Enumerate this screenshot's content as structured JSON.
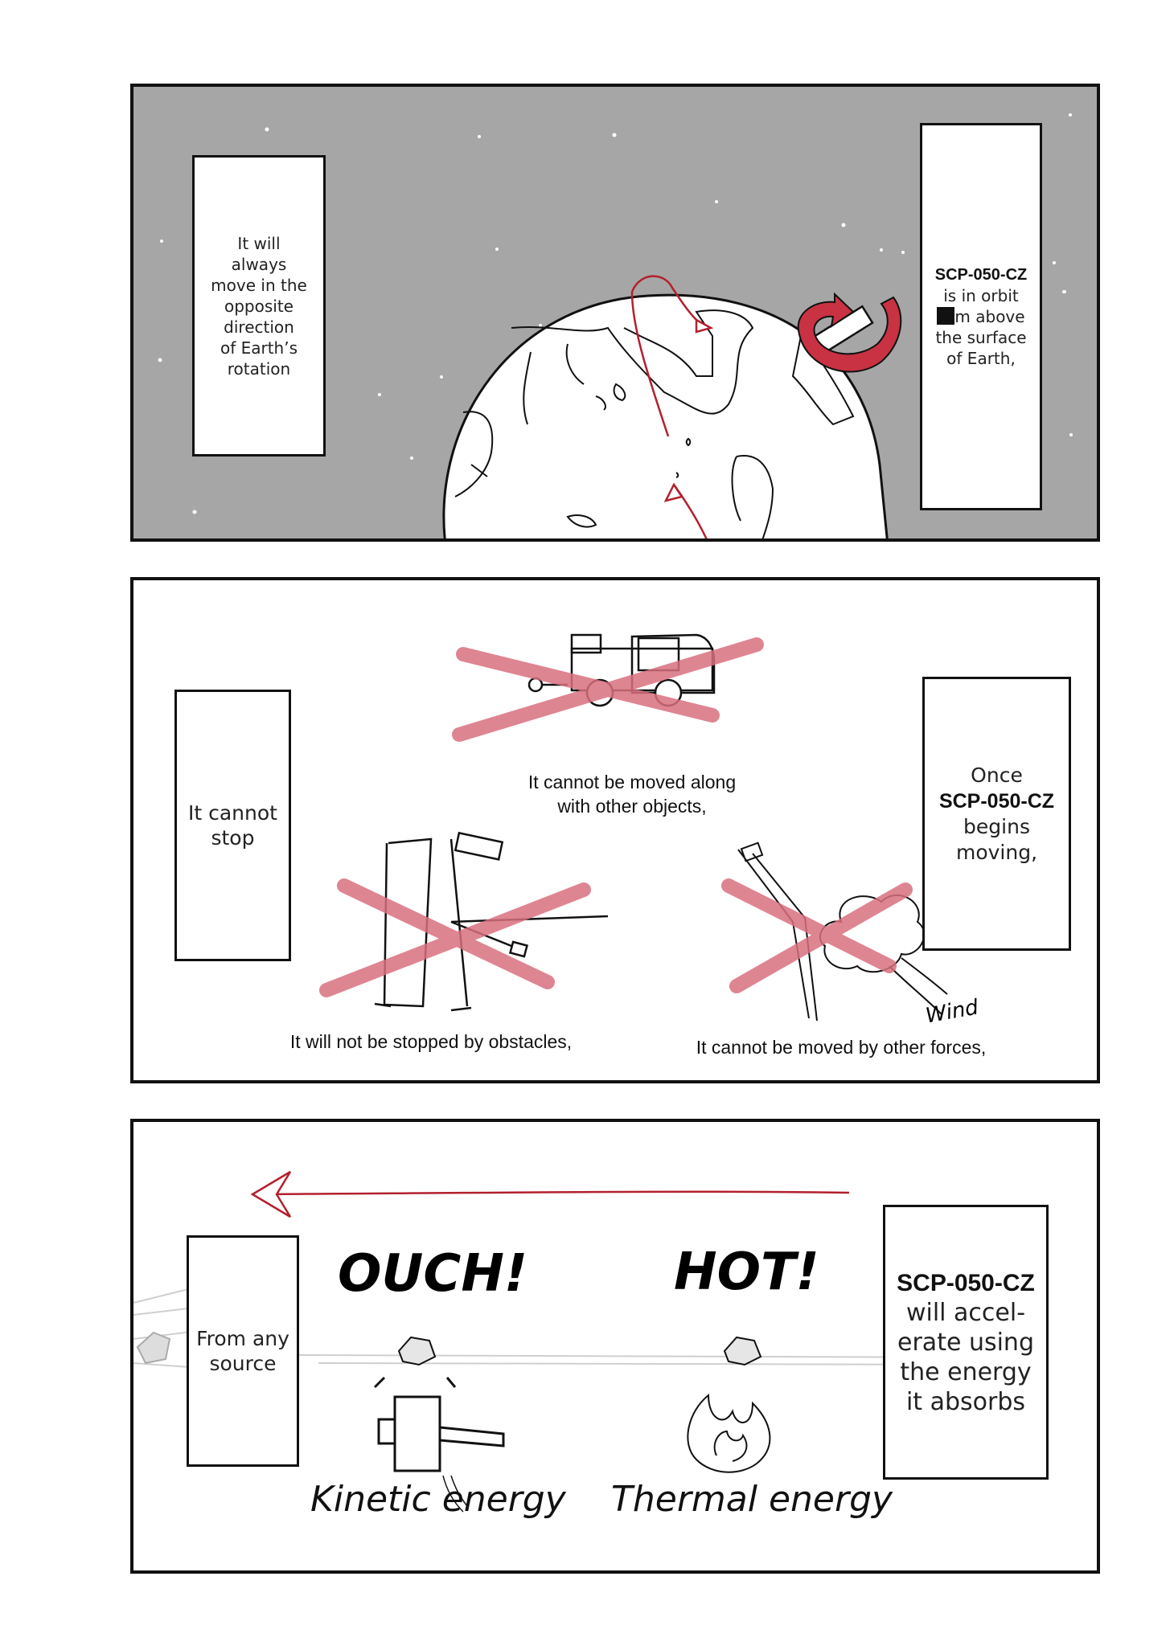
{
  "panel1": {
    "left_box": [
      "It will",
      "always",
      "move in the",
      "opposite",
      "direction",
      "of Earth’s",
      "rotation"
    ],
    "right_box": {
      "name": "SCP-050-CZ",
      "line2": "is in orbit",
      "redacted_unit": "m above",
      "line4": "the surface",
      "line5": "of Earth,"
    }
  },
  "panel2": {
    "left_box": [
      "It cannot",
      "stop"
    ],
    "right_box": {
      "line1": "Once",
      "name": "SCP-050-CZ",
      "line3": "begins",
      "line4": "moving,"
    },
    "caption_truck": [
      "It cannot be moved along",
      "with other objects,"
    ],
    "caption_pillar": "It will not be stopped by obstacles,",
    "caption_wind": "It cannot be moved by other forces,",
    "wind_label": "Wind"
  },
  "panel3": {
    "left_box": [
      "From any",
      "source"
    ],
    "right_box": {
      "name": "SCP-050-CZ",
      "lines": [
        "will accel-",
        "erate using",
        "the energy",
        "it absorbs"
      ]
    },
    "sfx_ouch": "OUCH!",
    "sfx_hot": "HOT!",
    "label_kinetic": "Kinetic energy",
    "label_thermal": "Thermal energy"
  },
  "colors": {
    "space_gray": "#a6a6a6",
    "cross_pink": "#d9707f",
    "arrow_red": "#b3202e"
  }
}
